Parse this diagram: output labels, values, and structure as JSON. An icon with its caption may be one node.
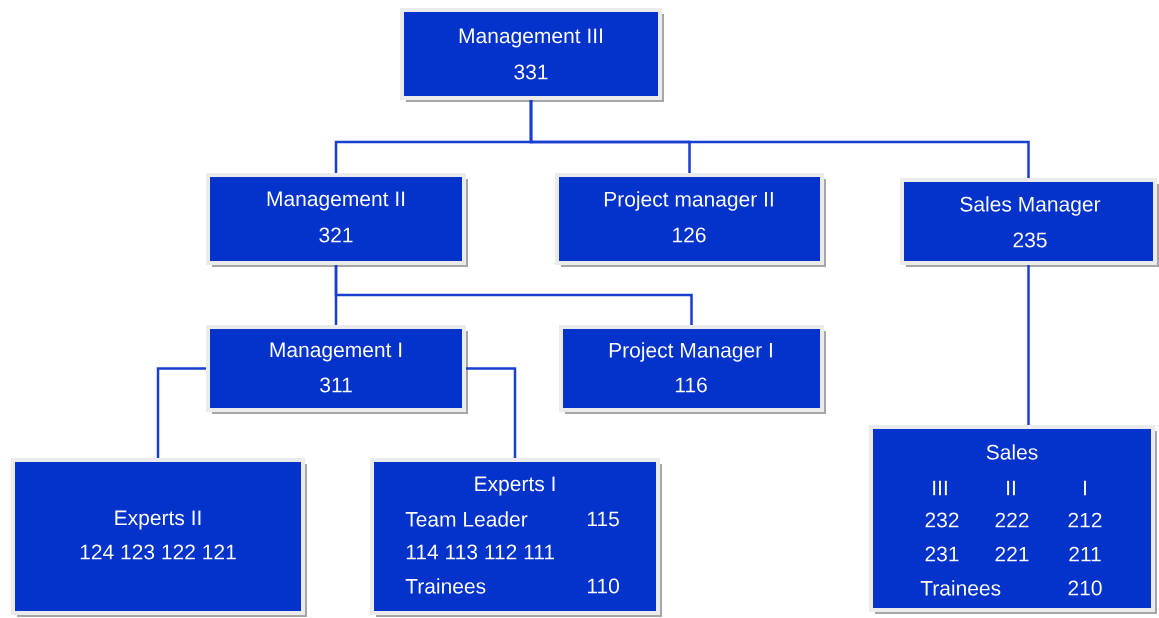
{
  "diagram": {
    "nodes": [
      {
        "text": [
          "Management III",
          "331"
        ]
      },
      {
        "text": [
          "Management II",
          "321"
        ]
      },
      {
        "text": [
          "Project manager II",
          "126"
        ]
      },
      {
        "text": [
          "Sales Manager",
          "235"
        ]
      },
      {
        "text": [
          "Management I",
          "311"
        ]
      },
      {
        "text": [
          "Project Manager I",
          "116"
        ]
      },
      {
        "text": [
          "Experts II",
          "124  123  122  121"
        ]
      },
      {
        "text": [
          "Experts I",
          "Team Leader",
          "115",
          "114  113  112  111",
          "Trainees",
          "110"
        ]
      },
      {
        "text": [
          "Sales",
          "III",
          "II",
          "I",
          "232",
          "222",
          "212",
          "231",
          "221",
          "211",
          "Trainees",
          "210"
        ]
      }
    ],
    "edges": [
      {
        "from": 0,
        "to": 1,
        "arrow": "none"
      },
      {
        "from": 0,
        "to": 2,
        "arrow": "none"
      },
      {
        "from": 0,
        "to": 3,
        "arrow": "none"
      },
      {
        "from": 1,
        "to": 4,
        "arrow": "none"
      },
      {
        "from": 1,
        "to": 5,
        "arrow": "none"
      },
      {
        "from": 4,
        "to": 6,
        "arrow": "none"
      },
      {
        "from": 4,
        "to": 7,
        "arrow": "none"
      },
      {
        "from": 3,
        "to": 8,
        "arrow": "none"
      }
    ]
  }
}
